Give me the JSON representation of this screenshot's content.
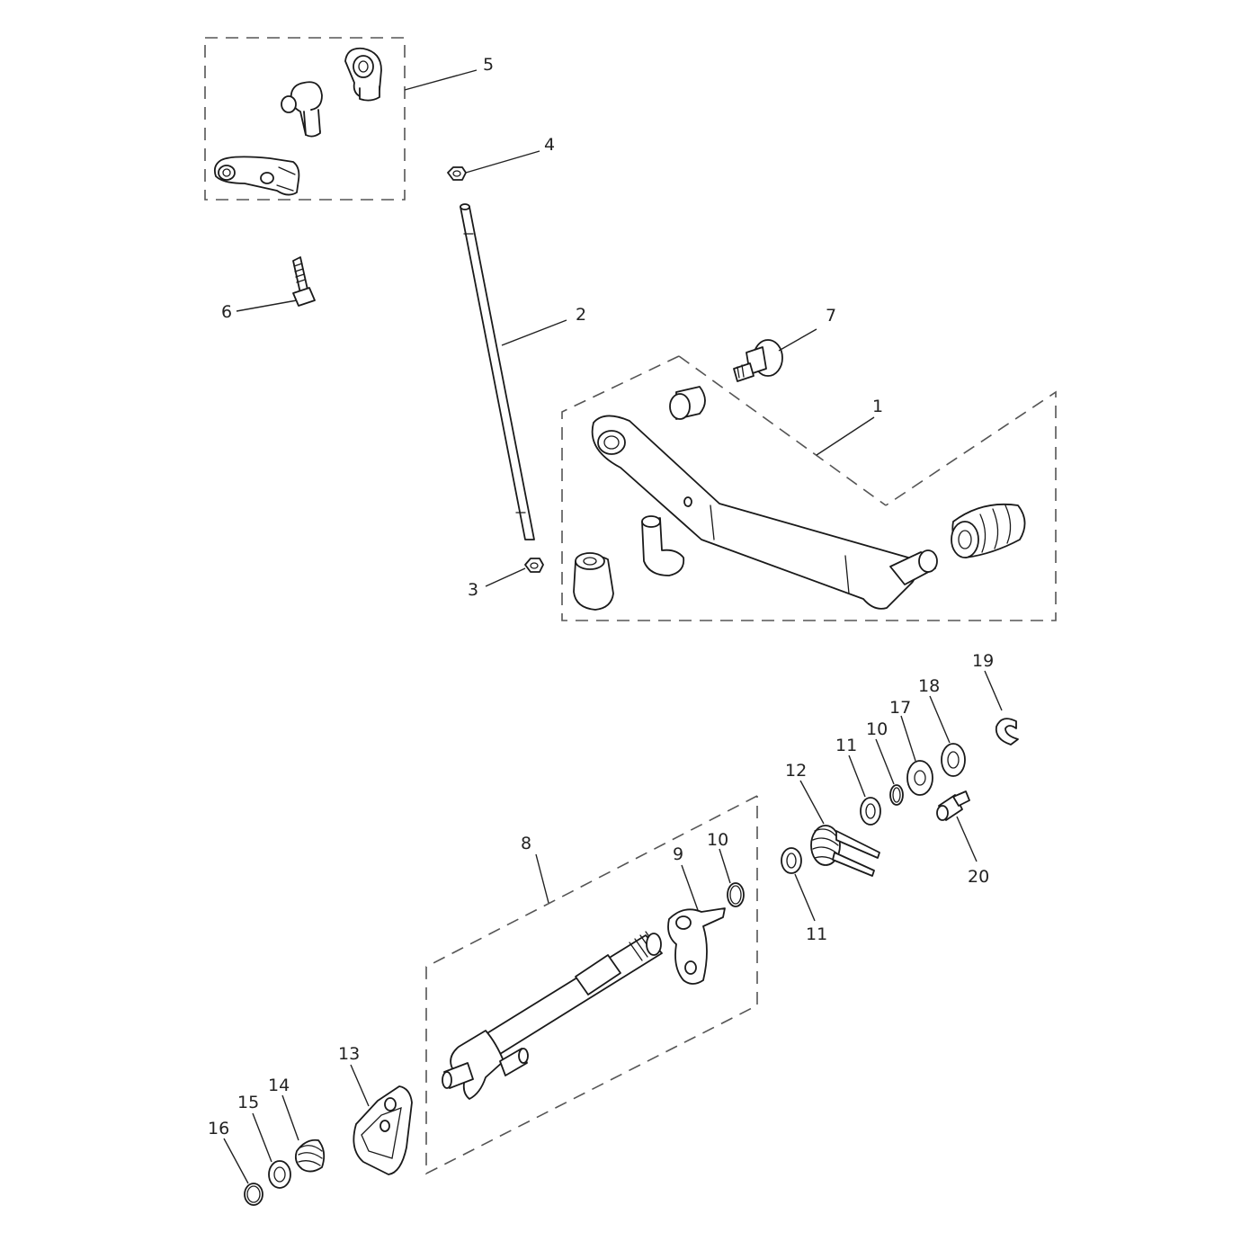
{
  "labels": {
    "l1": "1",
    "l2": "2",
    "l3": "3",
    "l4": "4",
    "l5": "5",
    "l6": "6",
    "l7": "7",
    "l8": "8",
    "l9": "9",
    "l10a": "10",
    "l10b": "10",
    "l11a": "11",
    "l11b": "11",
    "l12": "12",
    "l13": "13",
    "l14": "14",
    "l15": "15",
    "l16": "16",
    "l17": "17",
    "l18": "18",
    "l19": "19",
    "l20": "20"
  },
  "colors": {
    "line": "#1a1a1a",
    "box": "#555555",
    "background": "#ffffff"
  }
}
